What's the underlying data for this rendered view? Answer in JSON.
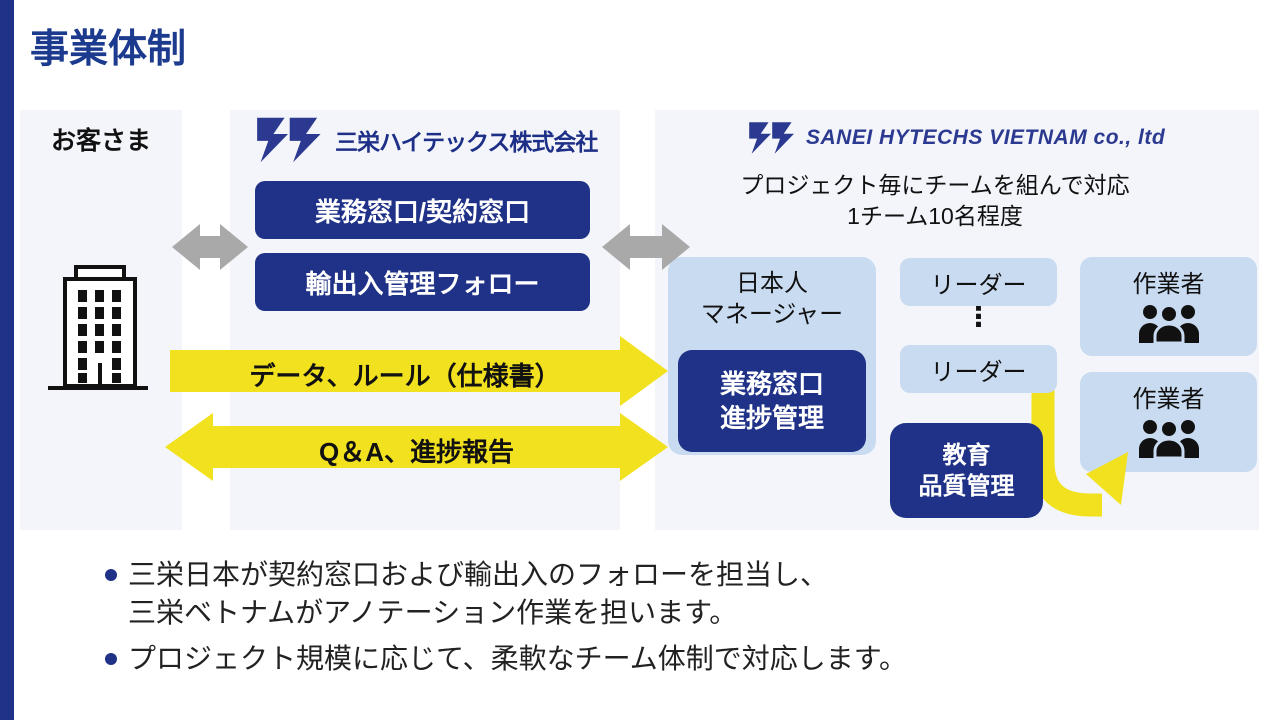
{
  "slide": {
    "title": "事業体制"
  },
  "colors": {
    "navy": "#1f3287",
    "title_blue": "#1c3a8e",
    "logo_blue": "#2b3990",
    "light_blue": "#c9dbf0",
    "panel_gray": "#f3f5fa",
    "yellow": "#f2e11e",
    "arrow_gray": "#a9a9a9"
  },
  "customer": {
    "label": "お客さま"
  },
  "sanei_japan": {
    "name": "三栄ハイテックス株式会社",
    "functions": [
      "業務窓口/契約窓口",
      "輸出入管理フォロー"
    ]
  },
  "flows": {
    "to_vietnam": "データ、ルール（仕様書）",
    "from_vietnam": "Q＆A、進捗報告"
  },
  "sanei_vietnam": {
    "name": "SANEI HYTECHS VIETNAM co., ltd",
    "team_note": [
      "プロジェクト毎にチームを組んで対応",
      "1チーム10名程度"
    ],
    "manager": {
      "label": [
        "日本人",
        "マネージャー"
      ],
      "role": [
        "業務窓口",
        "進捗管理"
      ]
    },
    "leaders": [
      "リーダー",
      "リーダー"
    ],
    "leaders_ellipsis": "⋮",
    "education": [
      "教育",
      "品質管理"
    ],
    "workers": [
      "作業者",
      "作業者"
    ]
  },
  "bullets": [
    {
      "lines": [
        "三栄日本が契約窓口および輸出入のフォローを担当し、",
        "三栄ベトナムがアノテーション作業を担います。"
      ]
    },
    {
      "lines": [
        "プロジェクト規模に応じて、柔軟なチーム体制で対応します。"
      ]
    }
  ]
}
